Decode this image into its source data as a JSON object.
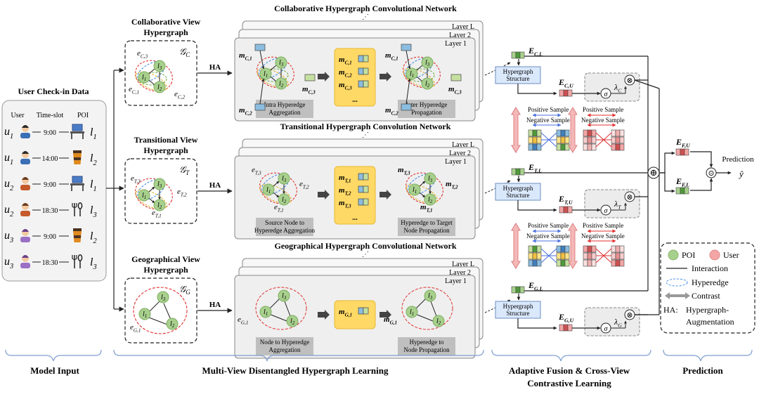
{
  "input": {
    "title": "User Check-in Data",
    "col_user": "User",
    "col_time": "Time-slot",
    "col_poi": "POI",
    "rows": [
      {
        "user": "u",
        "sub": "1",
        "time": "9:00",
        "poi": "l",
        "psub": "1",
        "icon": "desk-icon",
        "avatar": "male"
      },
      {
        "user": "u",
        "sub": "1",
        "time": "14:00",
        "poi": "l",
        "psub": "2",
        "icon": "coffee-icon",
        "avatar": "male"
      },
      {
        "user": "u",
        "sub": "2",
        "time": "9:00",
        "poi": "l",
        "psub": "1",
        "icon": "desk-icon",
        "avatar": "female"
      },
      {
        "user": "u",
        "sub": "2",
        "time": "18:30",
        "poi": "l",
        "psub": "3",
        "icon": "fork-spoon-icon",
        "avatar": "female"
      },
      {
        "user": "u",
        "sub": "3",
        "time": "9:00",
        "poi": "l",
        "psub": "2",
        "icon": "coffee-icon",
        "avatar": "female2"
      },
      {
        "user": "u",
        "sub": "3",
        "time": "18:30",
        "poi": "l",
        "psub": "3",
        "icon": "fork-spoon-icon",
        "avatar": "female2"
      }
    ]
  },
  "views": {
    "collab_title_1": "Collaborative View",
    "collab_title_2": "Hypergraph",
    "trans_title_1": "Transitional View",
    "trans_title_2": "Hypergraph",
    "geo_title_1": "Geographical View",
    "geo_title_2": "Hypergraph",
    "ha": "HA"
  },
  "networks": {
    "collab": "Collaborative Hypergraph Convolutional Network",
    "trans": "Transitional Hypergraph Convolution Network",
    "geo": "Geographical Hypergraph Convolutional Network",
    "layer_l": "Layer L",
    "layer_2": "Layer 2",
    "layer_1": "Layer 1",
    "collab_step1": [
      "Intra Hyperedge",
      "Aggregation"
    ],
    "collab_step2": [
      "Inter Hyperedge",
      "Propagation"
    ],
    "trans_step1": [
      "Source Node to",
      "Hyperedge Aggregation"
    ],
    "trans_step2": [
      "Hyperedge to Target",
      "Node Propagation"
    ],
    "geo_step1": [
      "Node to Hyperedge",
      "Aggregation"
    ],
    "geo_step2": [
      "Hyperedge to",
      "Node Propagation"
    ],
    "dots": "..."
  },
  "fusion": {
    "structure_1": "Hypergraph",
    "structure_2": "Structure",
    "pos_sample": "Positive Sample",
    "neg_sample": "Negative Sample",
    "prediction": "Prediction"
  },
  "legend": {
    "poi": "POI",
    "user": "User",
    "interaction": "Interaction",
    "hyperedge": "Hyperedge",
    "contrast": "Contrast",
    "ha_label": "HA:",
    "ha_1": "Hypergraph-",
    "ha_2": "Augmentation"
  },
  "sections": {
    "input": "Model Input",
    "learning": "Multi-View Disentangled Hypergraph Learning",
    "fusion_1": "Adaptive Fusion & Cross-View",
    "fusion_2": "Contrastive Learning",
    "prediction": "Prediction"
  },
  "colors": {
    "poi_green": "#a8d08d",
    "user_red": "#f4a6a6",
    "hyperedge_blue": "#4a90e2",
    "red_dash": "#e03030",
    "panel_gray": "#eeeeee",
    "yellow": "#ffd966",
    "struct_blue": "#dae8fc"
  }
}
